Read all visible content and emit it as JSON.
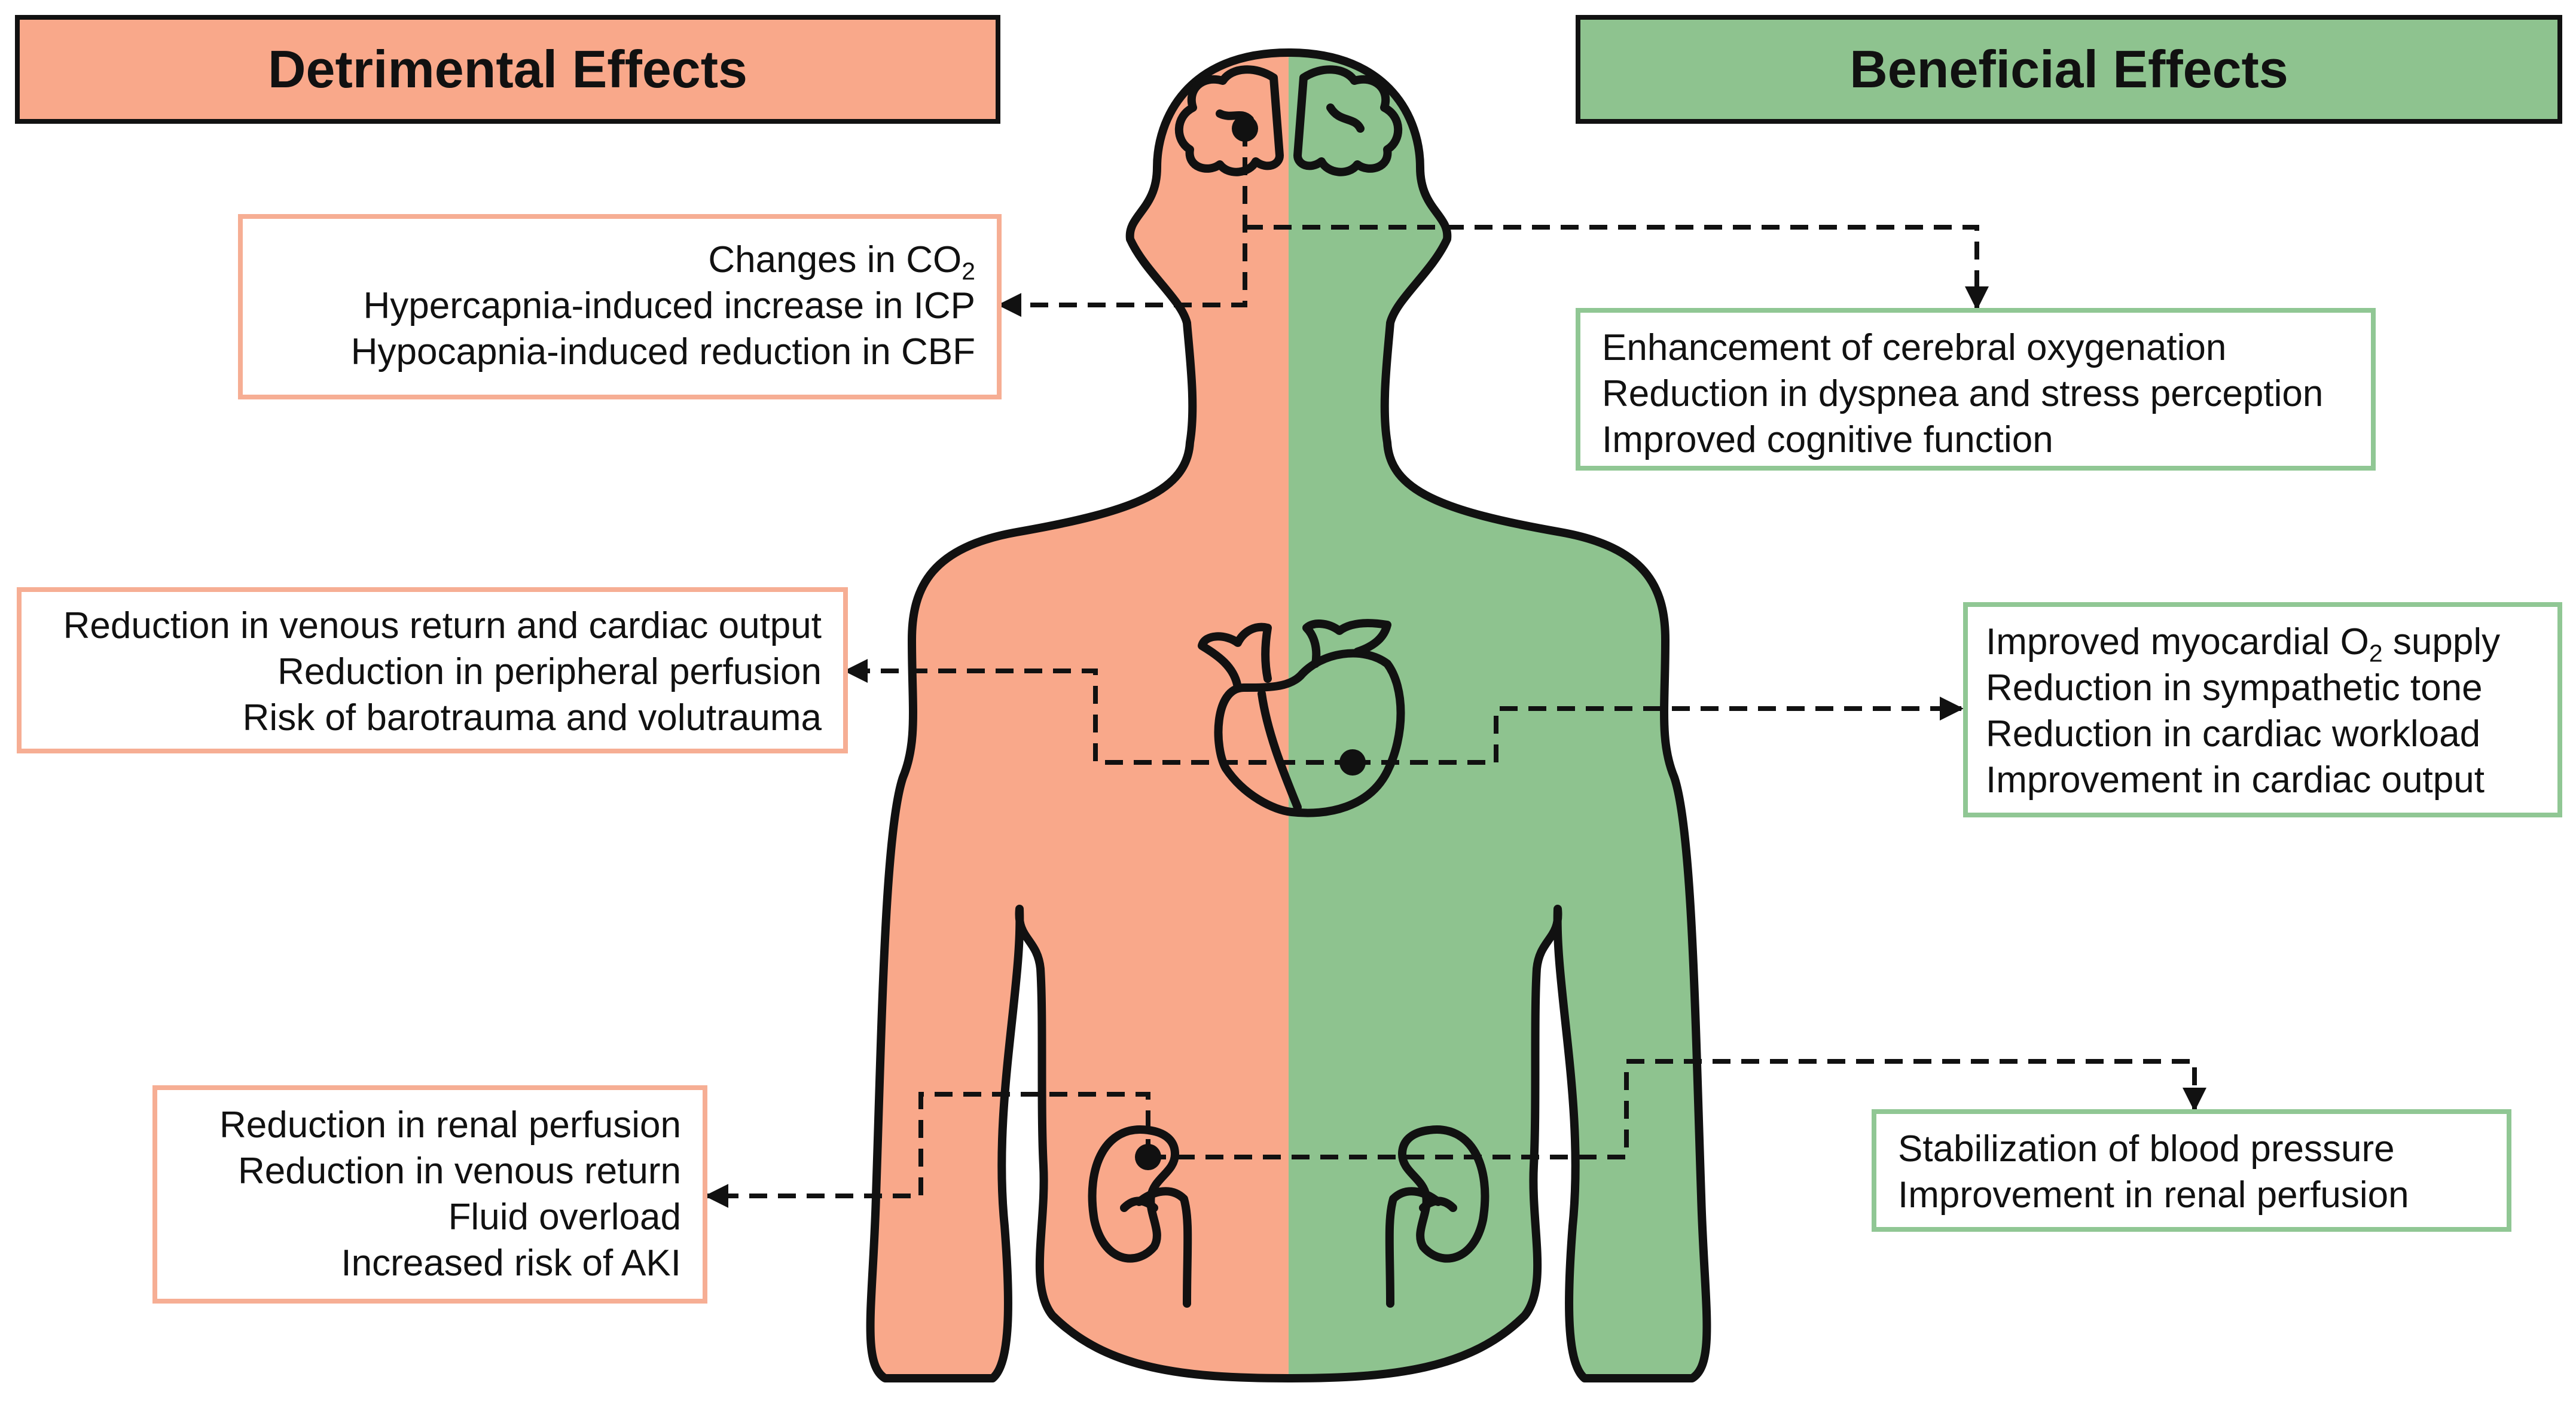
{
  "headers": {
    "detrimental": "Detrimental Effects",
    "beneficial": "Beneficial Effects"
  },
  "colors": {
    "detrimental_fill": "#F9A88A",
    "beneficial_fill": "#8EC38F",
    "detrimental_border": "#F6AE94",
    "beneficial_border": "#90C794",
    "outline": "#111111"
  },
  "boxes": {
    "brain_detrimental": {
      "lines": [
        {
          "pre": "Changes in CO",
          "sub": "2",
          "post": ""
        },
        {
          "pre": "Hypercapnia-induced increase in ICP",
          "sub": "",
          "post": ""
        },
        {
          "pre": "Hypocapnia-induced reduction in CBF",
          "sub": "",
          "post": ""
        }
      ]
    },
    "brain_beneficial": {
      "lines": [
        {
          "pre": "Enhancement of cerebral oxygenation",
          "sub": "",
          "post": ""
        },
        {
          "pre": "Reduction in dyspnea and stress perception",
          "sub": "",
          "post": ""
        },
        {
          "pre": "Improved cognitive function",
          "sub": "",
          "post": ""
        }
      ]
    },
    "heart_detrimental": {
      "lines": [
        {
          "pre": "Reduction in venous return and cardiac output",
          "sub": "",
          "post": ""
        },
        {
          "pre": "Reduction in peripheral perfusion",
          "sub": "",
          "post": ""
        },
        {
          "pre": "Risk of barotrauma and volutrauma",
          "sub": "",
          "post": ""
        }
      ]
    },
    "heart_beneficial": {
      "lines": [
        {
          "pre": "Improved myocardial O",
          "sub": "2",
          "post": " supply"
        },
        {
          "pre": "Reduction in sympathetic tone",
          "sub": "",
          "post": ""
        },
        {
          "pre": "Reduction in cardiac workload",
          "sub": "",
          "post": ""
        },
        {
          "pre": "Improvement in cardiac output",
          "sub": "",
          "post": ""
        }
      ]
    },
    "kidney_detrimental": {
      "lines": [
        {
          "pre": "Reduction in renal perfusion",
          "sub": "",
          "post": ""
        },
        {
          "pre": "Reduction in venous return",
          "sub": "",
          "post": ""
        },
        {
          "pre": "Fluid overload",
          "sub": "",
          "post": ""
        },
        {
          "pre": "Increased risk of AKI",
          "sub": "",
          "post": ""
        }
      ]
    },
    "kidney_beneficial": {
      "lines": [
        {
          "pre": "Stabilization of blood pressure",
          "sub": "",
          "post": ""
        },
        {
          "pre": "Improvement in renal perfusion",
          "sub": "",
          "post": ""
        }
      ]
    }
  }
}
